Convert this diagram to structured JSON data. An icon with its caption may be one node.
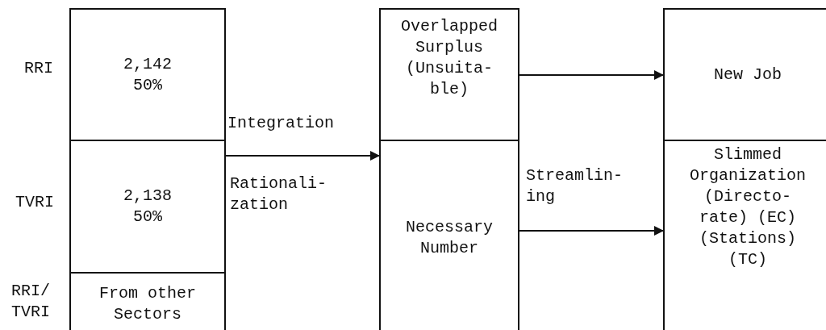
{
  "diagram": {
    "nodes": [
      {
        "text": [
          "2,142 50%"
        ],
        "beside": [
          "RRI"
        ]
      },
      {
        "text": [
          "2,138 50%"
        ],
        "beside": [
          "TVRI"
        ]
      },
      {
        "text": [
          "From other Sectors"
        ],
        "beside": [
          "RRI/ TVRI"
        ]
      },
      {
        "text": [
          "Overlapped Surplus (Unsuita- ble)"
        ]
      },
      {
        "text": [
          "Necessary Number"
        ]
      },
      {
        "text": [
          "New Job"
        ]
      },
      {
        "text": [
          "Slimmed Organization (Directo- rate) (EC) (Stations) (TC)"
        ]
      }
    ],
    "edges": [
      {
        "from": 1,
        "to": 4,
        "arrow": "to",
        "label": "Integration"
      },
      {
        "from": 3,
        "to": 5,
        "arrow": "to"
      },
      {
        "from": 4,
        "to": 6,
        "arrow": "to",
        "label": "Streamlin- ing"
      }
    ],
    "labels": [
      "Rationali- zation"
    ]
  }
}
